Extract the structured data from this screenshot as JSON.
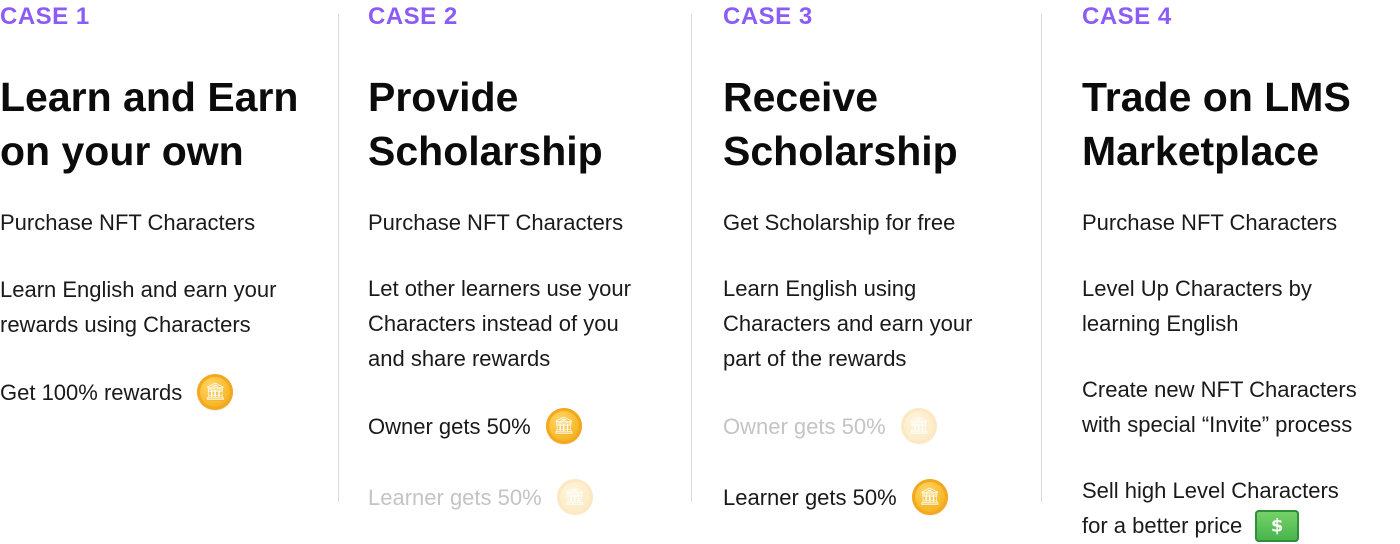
{
  "cases": [
    {
      "label": "CASE 1",
      "title_lines": [
        "Learn and Earn",
        "on your own"
      ],
      "items": [
        {
          "text": "Purchase NFT Characters"
        },
        {
          "lines": [
            "Learn English and earn your",
            "rewards using Characters"
          ]
        },
        {
          "text": "Get 100% rewards",
          "icon": "coin-icon"
        }
      ]
    },
    {
      "label": "CASE 2",
      "title_lines": [
        "Provide",
        "Scholarship"
      ],
      "items": [
        {
          "text": "Purchase NFT Characters"
        },
        {
          "lines": [
            "Let other learners use your",
            "Characters instead of you",
            "and share rewards"
          ]
        },
        {
          "text": "Owner gets 50%",
          "icon": "coin-icon",
          "state": "active"
        },
        {
          "text": "Learner gets 50%",
          "icon": "coin-icon",
          "state": "faded"
        }
      ]
    },
    {
      "label": "CASE 3",
      "title_lines": [
        "Receive",
        "Scholarship"
      ],
      "items": [
        {
          "text": "Get Scholarship for free"
        },
        {
          "lines": [
            "Learn English using",
            "Characters and earn your",
            "part of the rewards"
          ]
        },
        {
          "text": "Owner gets 50%",
          "icon": "coin-icon",
          "state": "faded"
        },
        {
          "text": "Learner gets 50%",
          "icon": "coin-icon",
          "state": "active"
        }
      ]
    },
    {
      "label": "CASE 4",
      "title_lines": [
        "Trade on LMS",
        "Marketplace"
      ],
      "items": [
        {
          "text": "Purchase NFT Characters"
        },
        {
          "lines": [
            "Level Up Characters by",
            "learning English"
          ]
        },
        {
          "lines": [
            "Create new NFT Characters",
            "with special “Invite” process"
          ]
        },
        {
          "lines": [
            "Sell high Level Characters",
            "for a better price"
          ],
          "icon": "money-icon"
        }
      ]
    }
  ],
  "colors": {
    "accent": "#8b5cf6",
    "text": "#1a1a1a",
    "title": "#0b0b0b",
    "faded_text": "#c4c4c4",
    "divider": "#d9d9d9",
    "coin": "#f8b92c",
    "money": "#45b34a"
  }
}
